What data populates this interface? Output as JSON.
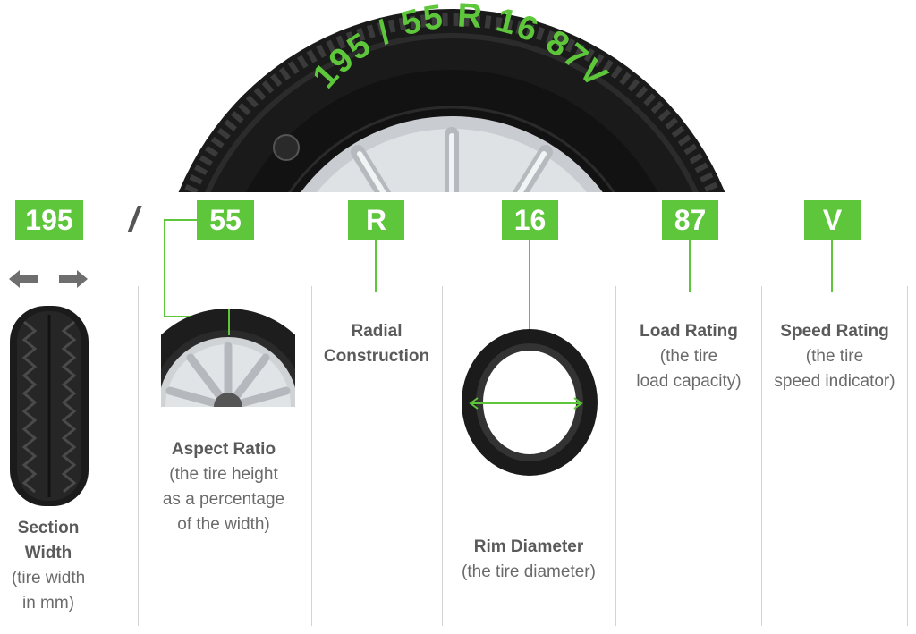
{
  "tire_code": "195 / 55 R 16 87V",
  "colors": {
    "accent": "#5dc63a",
    "text": "#666666",
    "divider": "#d4d4d4",
    "tire": "#1c1c1c"
  },
  "separator": "/",
  "sections": [
    {
      "code": "195",
      "title_line1": "Section",
      "title_line2": "Width",
      "desc_line1": "(tire width",
      "desc_line2": "in mm)"
    },
    {
      "code": "55",
      "title": "Aspect Ratio",
      "desc_line1": "(the tire height",
      "desc_line2": "as a percentage",
      "desc_line3": "of the width)"
    },
    {
      "code": "R",
      "title_line1": "Radial",
      "title_line2": "Construction"
    },
    {
      "code": "16",
      "title": "Rim Diameter",
      "desc_line1": "(the tire diameter)"
    },
    {
      "code": "87",
      "title": "Load Rating",
      "desc_line1": "(the tire",
      "desc_line2": "load capacity)"
    },
    {
      "code": "V",
      "title": "Speed Rating",
      "desc_line1": "(the tire",
      "desc_line2": "speed indicator)"
    }
  ],
  "icons": [
    "width-arrows-icon",
    "tire-tread-icon",
    "wheel-closeup-icon",
    "tire-ring-icon",
    "hero-tire-icon"
  ]
}
